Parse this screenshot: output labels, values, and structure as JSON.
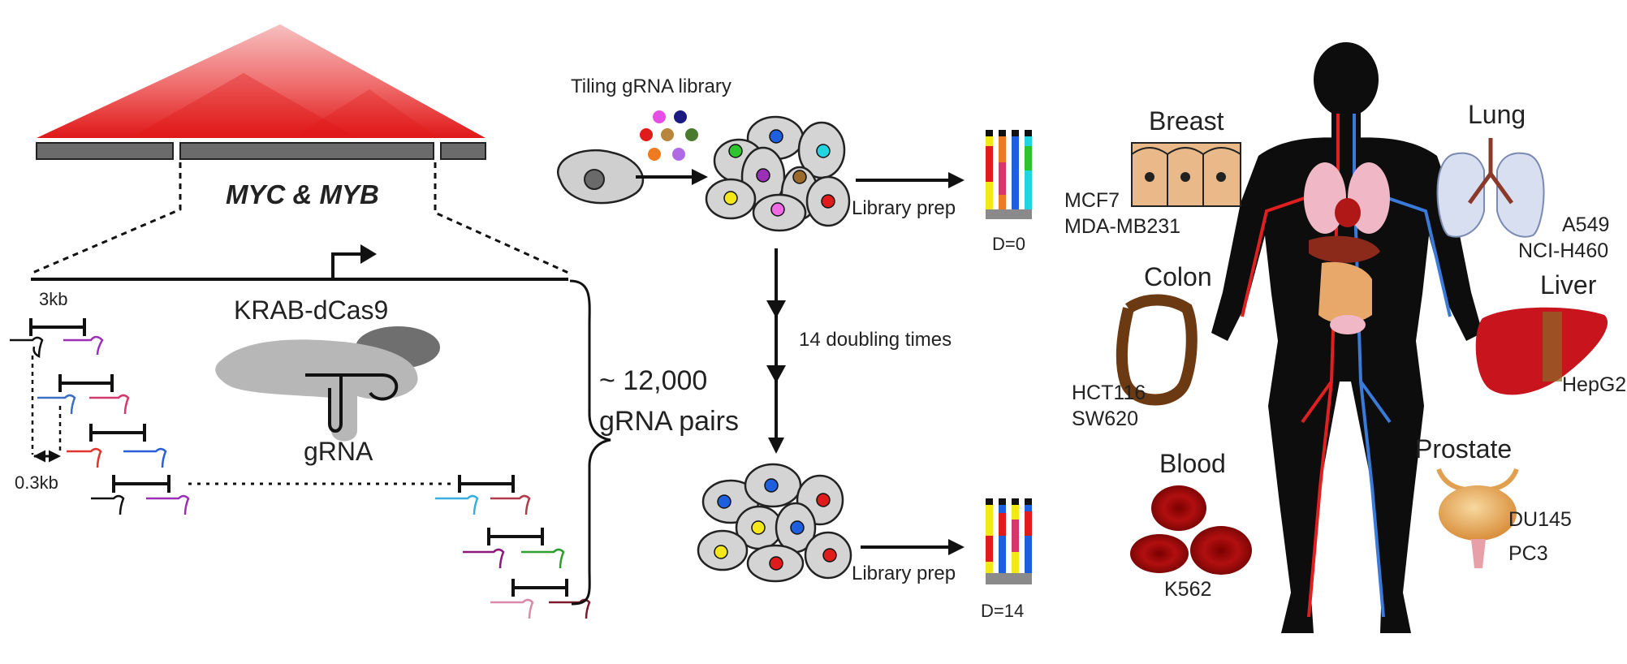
{
  "hic": {
    "gene_label": "MYC & MYB",
    "scale_3kb": "3kb",
    "scale_03kb": "0.3kb",
    "protein_label": "KRAB-dCas9",
    "grna_label": "gRNA",
    "pairs_count": "~ 12,000",
    "pairs_label": "gRNA pairs"
  },
  "screen": {
    "library_title": "Tiling gRNA library",
    "library_prep_top": "Library prep",
    "library_prep_bottom": "Library prep",
    "doubling": "14 doubling times",
    "day0": "D=0",
    "day14": "D=14"
  },
  "tissues": {
    "breast": {
      "name": "Breast",
      "lines": [
        "MCF7",
        "MDA-MB231"
      ],
      "color": "#e600e6"
    },
    "lung": {
      "name": "Lung",
      "lines": [
        "A549",
        "NCI-H460"
      ],
      "color": "#1f3ee0"
    },
    "colon": {
      "name": "Colon",
      "lines": [
        "HCT116",
        "SW620"
      ],
      "color": "#8a1fd6"
    },
    "liver": {
      "name": "Liver",
      "lines": [
        "HepG2"
      ],
      "color": "#f06a1e"
    },
    "blood": {
      "name": "Blood",
      "lines": [
        "K562"
      ],
      "color": "#e01b1b"
    },
    "prostate": {
      "name": "Prostate",
      "lines": [
        "DU145",
        "PC3"
      ],
      "color": "#2e8b2e"
    }
  }
}
